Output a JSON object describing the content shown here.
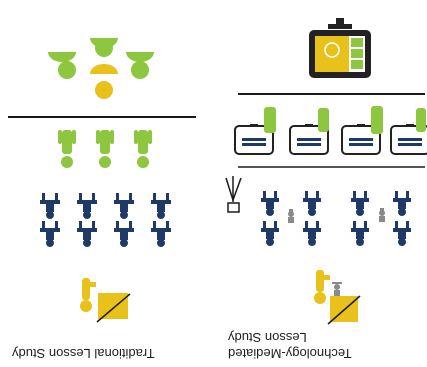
{
  "diagram": {
    "left_panel": {
      "caption": "Traditional Lesson Study"
    },
    "right_panel": {
      "caption_line1": "Technology-Mediated",
      "caption_line2": "Lesson Study"
    }
  },
  "colors": {
    "green": "#8dc63f",
    "yellow": "#e8c21a",
    "navy": "#1f3a66",
    "line": "#1a1a1a",
    "grey": "#8a8a8a",
    "monitor": "#222222"
  },
  "icons": [
    "observer-icon",
    "student-icon",
    "teacher-icon",
    "camera-tripod-icon",
    "monitor-icon",
    "video-call-icon",
    "robot-camera-icon"
  ]
}
